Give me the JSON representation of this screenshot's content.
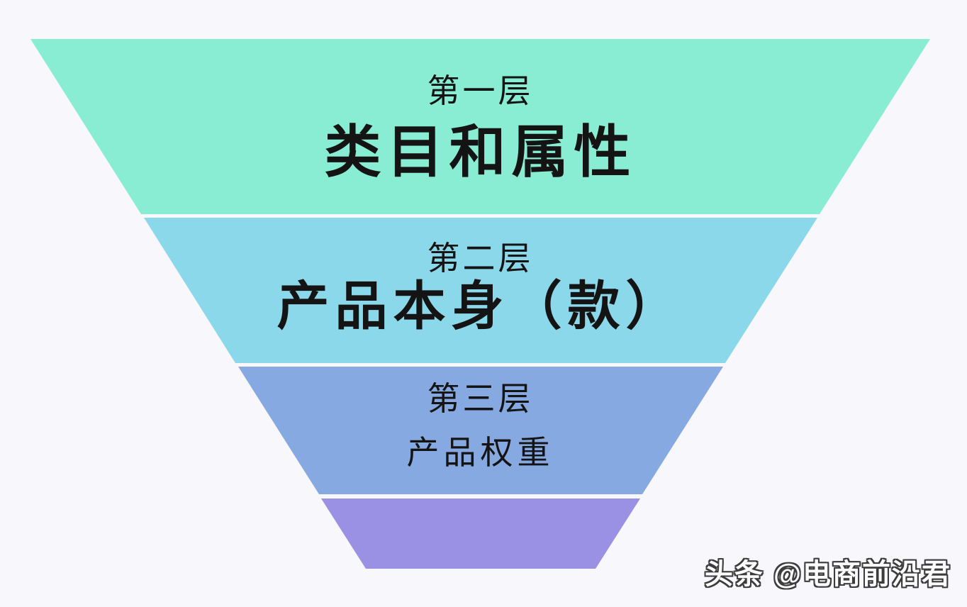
{
  "diagram": {
    "type": "inverted-funnel",
    "background": "#F8F7FB",
    "text_color": "#141414",
    "layers": [
      {
        "tier": "第一层",
        "label": "类目和属性",
        "color": "#89EDD3"
      },
      {
        "tier": "第二层",
        "label": "产品本身（款）",
        "color": "#8CD8EB"
      },
      {
        "tier": "第三层",
        "label": "产品权重",
        "color": "#87A9E1"
      },
      {
        "tier": "",
        "label": "",
        "color": "#9A91E5"
      }
    ]
  },
  "watermark": {
    "text": "头条 @电商前沿君"
  }
}
